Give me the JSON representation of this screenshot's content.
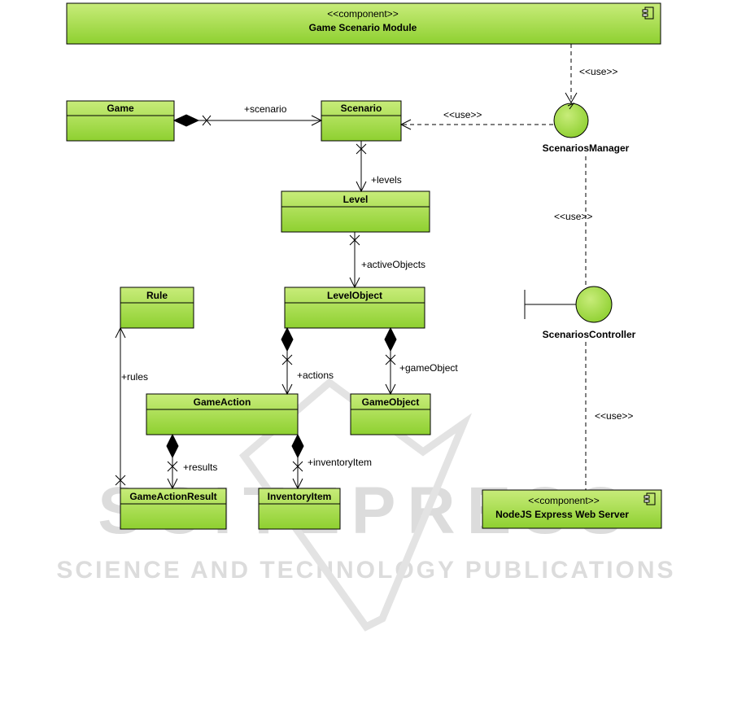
{
  "module": {
    "stereotype": "<<component>>",
    "name": "Game Scenario Module"
  },
  "server": {
    "stereotype": "<<component>>",
    "name": "NodeJS Express Web Server"
  },
  "classes": {
    "game": "Game",
    "scenario": "Scenario",
    "level": "Level",
    "level_object": "LevelObject",
    "rule": "Rule",
    "game_action": "GameAction",
    "game_object": "GameObject",
    "game_action_result": "GameActionResult",
    "inventory_item": "InventoryItem"
  },
  "interfaces": {
    "scenarios_manager": "ScenariosManager",
    "scenarios_controller": "ScenariosController"
  },
  "roles": {
    "scenario": "+scenario",
    "levels": "+levels",
    "active_objects": "+activeObjects",
    "rules": "+rules",
    "actions": "+actions",
    "game_object": "+gameObject",
    "results": "+results",
    "inventory_item": "+inventoryItem"
  },
  "dependencies": {
    "module_to_manager": "<<use>>",
    "manager_to_scenario": "<<use>>",
    "controller_to_manager": "<<use>>",
    "server_to_controller": "<<use>>"
  },
  "watermark": {
    "line1": "SCITEPRESS",
    "line2": "SCIENCE AND TECHNOLOGY PUBLICATIONS"
  },
  "colors": {
    "class_fill_top": "#c8ec7a",
    "class_fill_bottom": "#8ed030",
    "stroke": "#000000",
    "watermark": "#d9d9d9"
  }
}
